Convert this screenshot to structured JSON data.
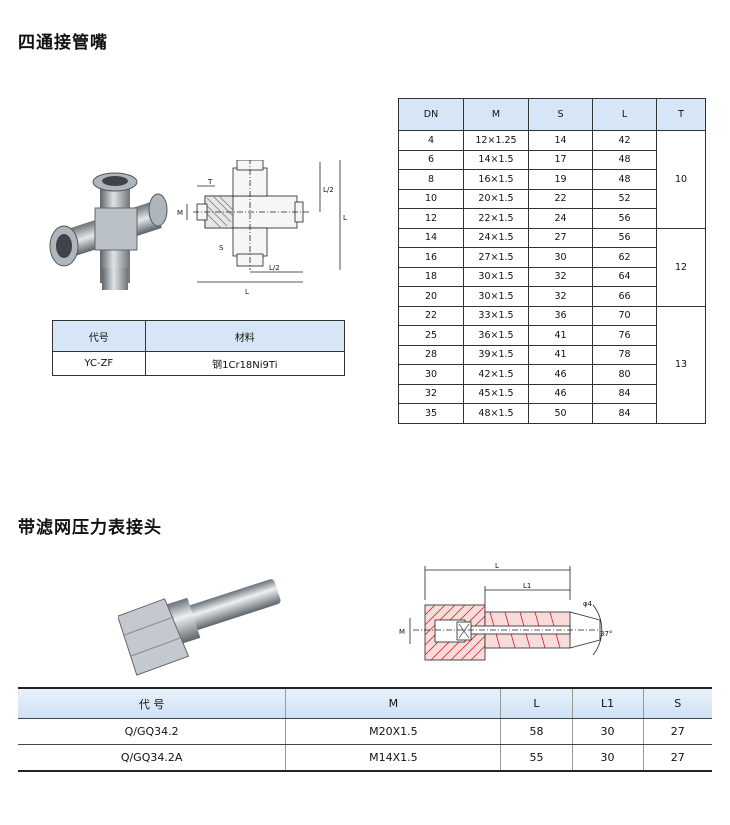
{
  "section1": {
    "title": "四通接管嘴",
    "drawing_labels": {
      "t": "T",
      "l2_top": "L/2",
      "l_right": "L",
      "m": "M",
      "s": "S",
      "l2_bottom": "L/2",
      "l_bottom": "L"
    },
    "code_table": {
      "headers": [
        "代号",
        "材料"
      ],
      "row": [
        "YC-ZF",
        "钢1Cr18Ni9Ti"
      ]
    },
    "dim_table": {
      "headers": [
        "DN",
        "M",
        "S",
        "L",
        "T"
      ],
      "rows": [
        [
          "4",
          "12×1.25",
          "14",
          "42"
        ],
        [
          "6",
          "14×1.5",
          "17",
          "48"
        ],
        [
          "8",
          "16×1.5",
          "19",
          "48"
        ],
        [
          "10",
          "20×1.5",
          "22",
          "52"
        ],
        [
          "12",
          "22×1.5",
          "24",
          "56"
        ],
        [
          "14",
          "24×1.5",
          "27",
          "56"
        ],
        [
          "16",
          "27×1.5",
          "30",
          "62"
        ],
        [
          "18",
          "30×1.5",
          "32",
          "64"
        ],
        [
          "20",
          "30×1.5",
          "32",
          "66"
        ],
        [
          "22",
          "33×1.5",
          "36",
          "70"
        ],
        [
          "25",
          "36×1.5",
          "41",
          "76"
        ],
        [
          "28",
          "39×1.5",
          "41",
          "78"
        ],
        [
          "30",
          "42×1.5",
          "46",
          "80"
        ],
        [
          "32",
          "45×1.5",
          "46",
          "84"
        ],
        [
          "35",
          "48×1.5",
          "50",
          "84"
        ]
      ],
      "t_groups": [
        "10",
        "12",
        "13"
      ]
    }
  },
  "section2": {
    "title": "带滤网压力表接头",
    "drawing_labels": {
      "l": "L",
      "l1": "L1",
      "m": "M",
      "phi": "φ4",
      "angle": "37°"
    },
    "table": {
      "headers": [
        "代 号",
        "M",
        "L",
        "L1",
        "S"
      ],
      "rows": [
        [
          "Q/GQ34.2",
          "M20X1.5",
          "58",
          "30",
          "27"
        ],
        [
          "Q/GQ34.2A",
          "M14X1.5",
          "55",
          "30",
          "27"
        ]
      ]
    }
  },
  "colors": {
    "header_bg": "#d6e6f7",
    "hatch": "#d22020",
    "steel": "#9aa3ab"
  }
}
